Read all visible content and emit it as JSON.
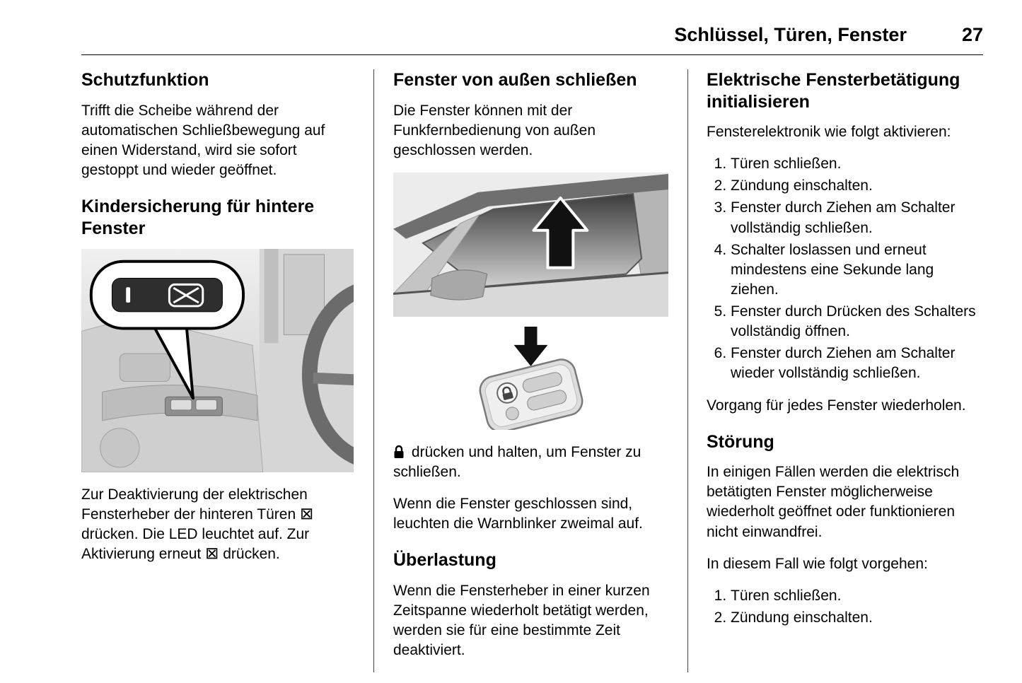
{
  "header": {
    "title": "Schlüssel, Türen, Fenster",
    "page_number": "27"
  },
  "icons": {
    "window_disable_glyph": "⊠"
  },
  "col1": {
    "heading1": "Schutzfunktion",
    "para1": "Trifft die Scheibe während der automatischen Schließbewegung auf einen Widerstand, wird sie sofort gestoppt und wieder geöffnet.",
    "heading2": "Kindersicherung für hintere Fenster",
    "para2_part1": "Zur Deaktivierung der elektrischen Fensterheber der hinteren Türen ",
    "para2_part2": " drücken. Die LED leuchtet auf. Zur Aktivierung erneut ",
    "para2_part3": " drücken."
  },
  "col2": {
    "heading1": "Fenster von außen schließen",
    "para1": "Die Fenster können mit der Funkfernbedienung von außen geschlossen werden.",
    "para_lock_text": " drücken und halten, um Fenster zu schließen.",
    "para3": "Wenn die Fenster geschlossen sind, leuchten die Warnblinker zweimal auf.",
    "heading2": "Überlastung",
    "para4": "Wenn die Fensterheber in einer kurzen Zeitspanne wiederholt betätigt werden, werden sie für eine bestimmte Zeit deaktiviert."
  },
  "col3": {
    "heading1": "Elektrische Fensterbetätigung initialisieren",
    "intro": "Fensterelektronik wie folgt aktivieren:",
    "steps": [
      "Türen schließen.",
      "Zündung einschalten.",
      "Fenster durch Ziehen am Schalter vollständig schließen.",
      "Schalter loslassen und erneut mindestens eine Sekunde lang ziehen.",
      "Fenster durch Drücken des Schalters vollständig öffnen.",
      "Fenster durch Ziehen am Schalter wieder vollständig schließen."
    ],
    "para_repeat": "Vorgang für jedes Fenster wiederholen.",
    "heading2": "Störung",
    "para_fault": "In einigen Fällen werden die elektrisch betätigten Fenster möglicherweise wiederholt geöffnet oder funktionieren nicht einwandfrei.",
    "para_case": "In diesem Fall wie folgt vorgehen:",
    "steps2": [
      "Türen schließen.",
      "Zündung einschalten."
    ]
  }
}
